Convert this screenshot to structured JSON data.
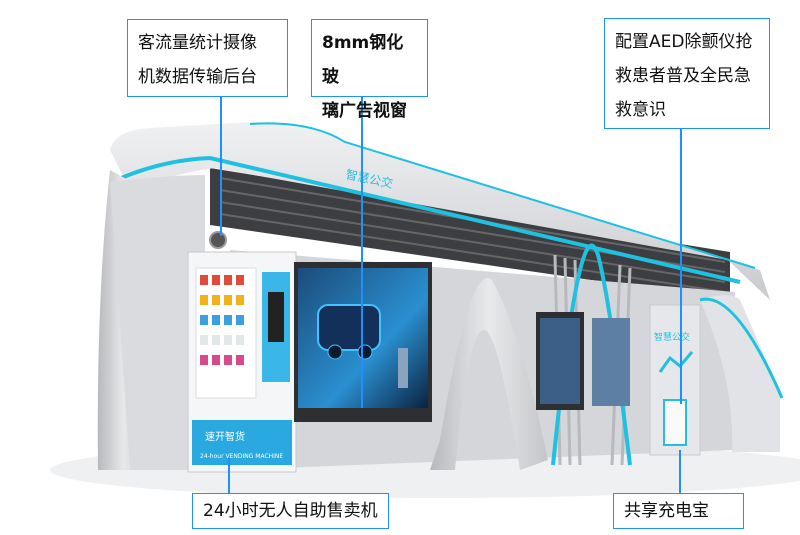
{
  "callouts": {
    "camera": {
      "line1": "客流量统计摄像",
      "line2": "机数据传输后台"
    },
    "glass": {
      "line1": "8mm钢化玻",
      "line2": "璃广告视窗"
    },
    "aed": {
      "line1": "配置AED除颤仪抢",
      "line2": "救患者普及全民急",
      "line3": "救意识"
    },
    "vending": {
      "text": "24小时无人自助售卖机"
    },
    "charger": {
      "text": "共享充电宝"
    }
  },
  "station": {
    "roof_sign": "智慧公交",
    "vending_logo": "速开智货",
    "vending_subtitle": "24-hour VENDING MACHINE",
    "panel_sign": "智慧公交"
  },
  "colors": {
    "accent": "#1e90ff",
    "trim": "#20c0e0",
    "structure": "#d9dadd"
  }
}
